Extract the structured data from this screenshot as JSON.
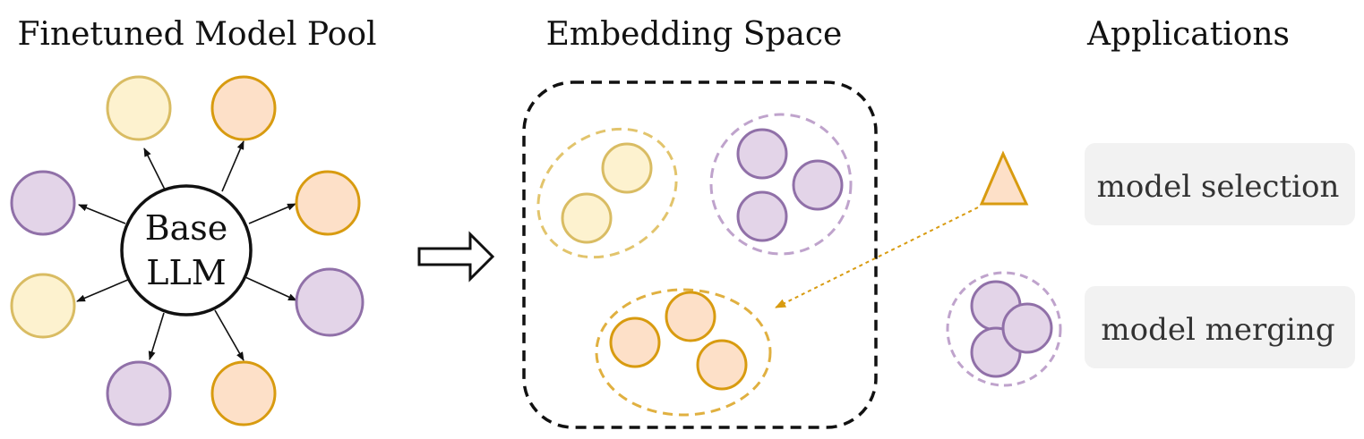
{
  "titles": {
    "pool": "Finetuned Model Pool",
    "embedding": "Embedding Space",
    "applications": "Applications"
  },
  "base_model": {
    "line1": "Base",
    "line2": "LLM"
  },
  "applications": {
    "selection_label": "model selection",
    "merging_label": "model merging"
  },
  "colors": {
    "yellow_fill": "#fdf2cf",
    "yellow_stroke": "#d9bc63",
    "orange_fill": "#fde0c8",
    "orange_stroke": "#d89b10",
    "purple_fill": "#e3d4e8",
    "purple_stroke": "#9070a8",
    "app_box": "#f2f2f2"
  }
}
